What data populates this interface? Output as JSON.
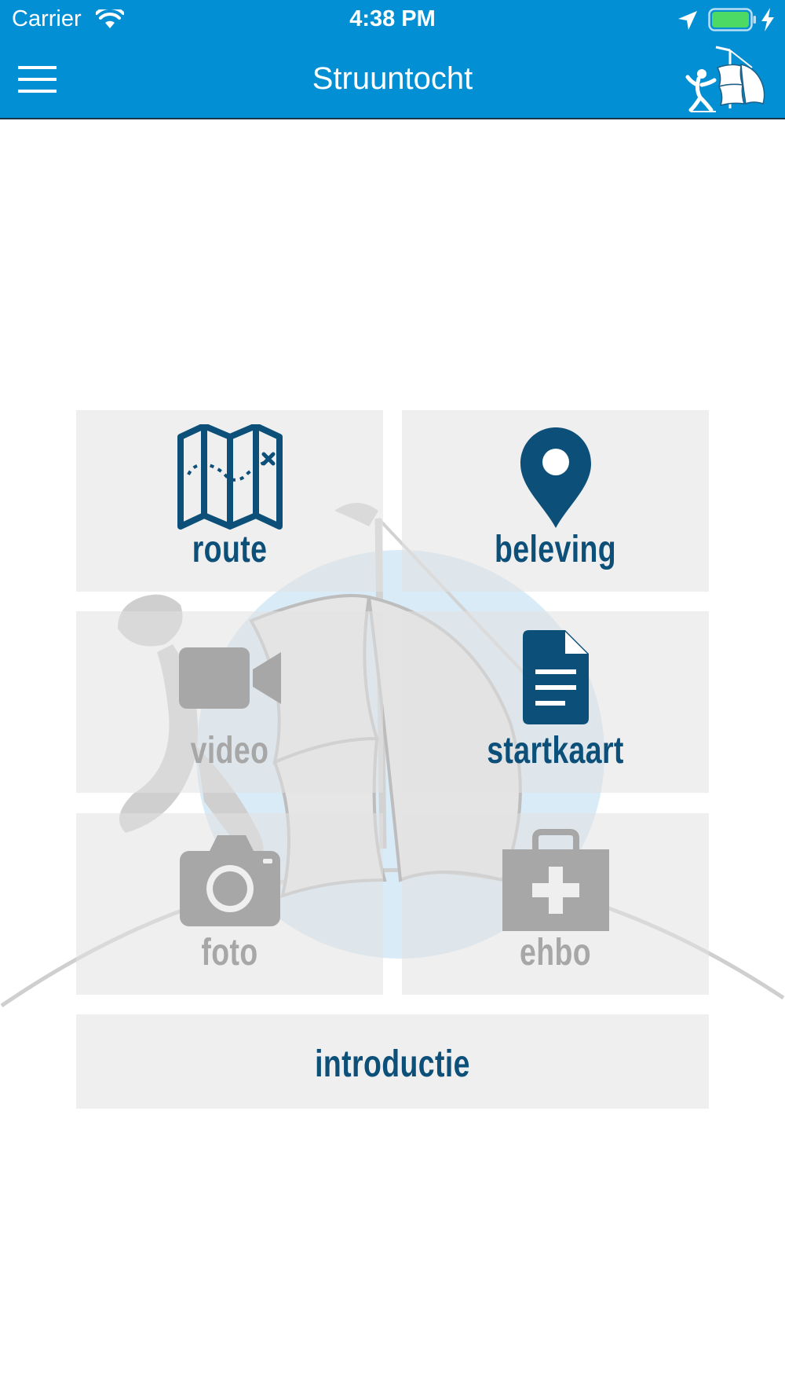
{
  "status_bar": {
    "carrier": "Carrier",
    "time": "4:38 PM"
  },
  "nav": {
    "title": "Struuntocht",
    "menu_icon": "hamburger-menu-icon",
    "logo": "ship-sailor-logo"
  },
  "tiles": [
    {
      "label": "route",
      "icon": "folded-map-icon",
      "state": "active"
    },
    {
      "label": "beleving",
      "icon": "map-pin-icon",
      "state": "active"
    },
    {
      "label": "video",
      "icon": "video-camera-icon",
      "state": "disabled"
    },
    {
      "label": "startkaart",
      "icon": "document-icon",
      "state": "active"
    },
    {
      "label": "foto",
      "icon": "photo-camera-icon",
      "state": "disabled"
    },
    {
      "label": "ehbo",
      "icon": "first-aid-kit-icon",
      "state": "disabled"
    }
  ],
  "intro": {
    "label": "introductie"
  },
  "colors": {
    "header": "#028fd3",
    "active": "#0c4f79",
    "disabled": "#a7a7a7",
    "tile_bg": "#efefef",
    "battery": "#4cd964"
  }
}
